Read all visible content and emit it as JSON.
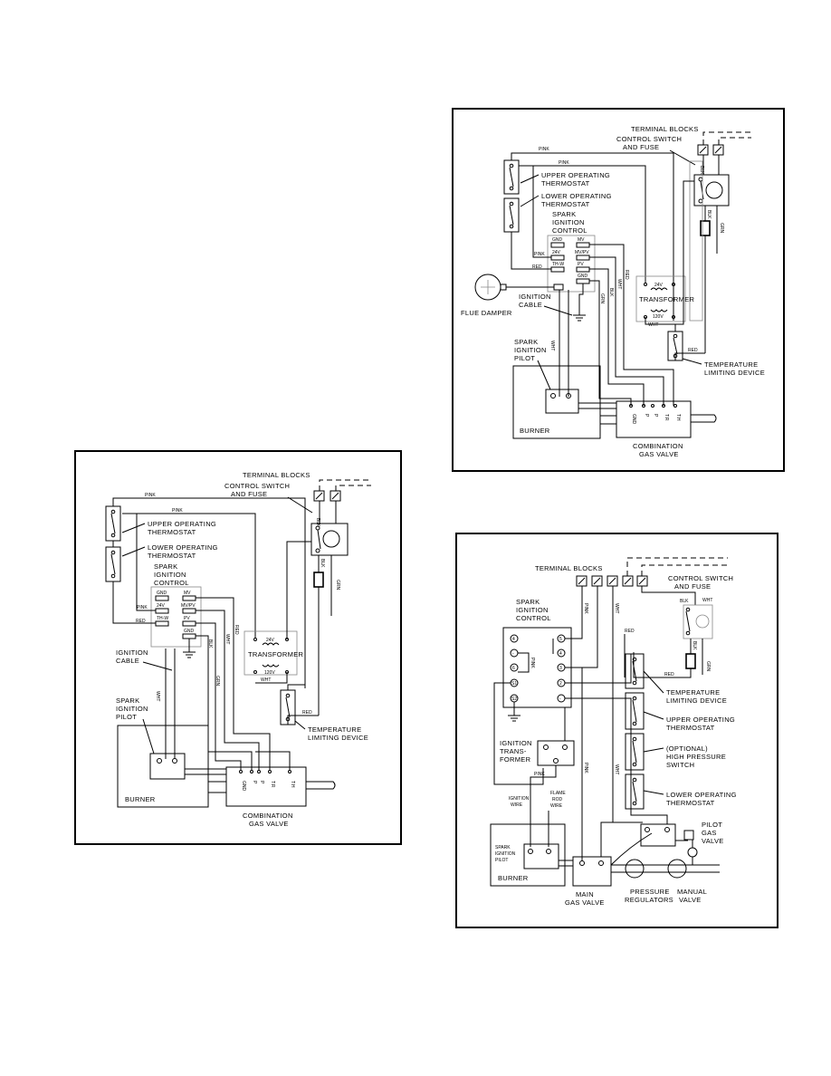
{
  "diagrams": {
    "d1": {
      "terminal_blocks": "TERMINAL BLOCKS",
      "control_switch": [
        "CONTROL SWITCH",
        "AND FUSE"
      ],
      "upper_thermostat": [
        "UPPER OPERATING",
        "THERMOSTAT"
      ],
      "lower_thermostat": [
        "LOWER OPERATING",
        "THERMOSTAT"
      ],
      "spark_control": [
        "SPARK",
        "IGNITION",
        "CONTROL"
      ],
      "ignition_cable": [
        "IGNITION",
        "CABLE"
      ],
      "spark_pilot": [
        "SPARK",
        "IGNITION",
        "PILOT"
      ],
      "burner": "BURNER",
      "gas_valve": [
        "COMBINATION",
        "GAS VALVE"
      ],
      "temp_limit": [
        "TEMPERATURE",
        "LIMITING DEVICE"
      ],
      "transformer": "TRANSFORMER",
      "v24": "24V",
      "v120": "120V",
      "ctrl_terms": [
        "GND",
        "MV",
        "24V",
        "MV/PV",
        "TH-W",
        "PV",
        "GND"
      ],
      "valve_terms": [
        "GND",
        "P",
        "P",
        "T.R",
        "T.H"
      ],
      "wires": {
        "pink": "PINK",
        "red": "RED",
        "wht": "WHT",
        "blk": "BLK",
        "grn": "GRN"
      }
    },
    "d2": {
      "terminal_blocks": "TERMINAL BLOCKS",
      "control_switch": [
        "CONTROL SWITCH",
        "AND FUSE"
      ],
      "upper_thermostat": [
        "UPPER OPERATING",
        "THERMOSTAT"
      ],
      "lower_thermostat": [
        "LOWER OPERATING",
        "THERMOSTAT"
      ],
      "spark_control": [
        "SPARK",
        "IGNITION",
        "CONTROL"
      ],
      "flue_damper": "FLUE DAMPER",
      "ignition_cable": [
        "IGNITION",
        "CABLE"
      ],
      "spark_pilot": [
        "SPARK",
        "IGNITION",
        "PILOT"
      ],
      "burner": "BURNER",
      "gas_valve": [
        "COMBINATION",
        "GAS VALVE"
      ],
      "temp_limit": [
        "TEMPERATURE",
        "LIMITING DEVICE"
      ],
      "transformer": "TRANSFORMER",
      "v24": "24V",
      "v120": "120V",
      "ctrl_terms": [
        "GND",
        "MV",
        "24V",
        "MV/PV",
        "TH-W",
        "PV",
        "GND"
      ],
      "valve_terms": [
        "GND",
        "P",
        "P",
        "T.R",
        "T.H"
      ],
      "wires": {
        "pink": "PINK",
        "red": "RED",
        "wht": "WHT",
        "blk": "BLK",
        "grn": "GRN"
      }
    },
    "d3": {
      "terminal_blocks": "TERMINAL BLOCKS",
      "control_switch": [
        "CONTROL SWITCH",
        "AND FUSE"
      ],
      "spark_control": [
        "SPARK",
        "IGNITION",
        "CONTROL"
      ],
      "temp_limit": [
        "TEMPERATURE",
        "LIMITING DEVICE"
      ],
      "upper_thermostat": [
        "UPPER OPERATING",
        "THERMOSTAT"
      ],
      "high_pressure": [
        "(OPTIONAL)",
        "HIGH PRESSURE",
        "SWITCH"
      ],
      "lower_thermostat": [
        "LOWER OPERATING",
        "THERMOSTAT"
      ],
      "ignition_transformer": [
        "IGNITION",
        "TRANS-",
        "FORMER"
      ],
      "ignition_wire": [
        "IGNITION",
        "WIRE"
      ],
      "flame_rod_wire": [
        "FLAME",
        "ROD",
        "WIRE"
      ],
      "spark_pilot": [
        "SPARK",
        "IGNITION",
        "PILOT"
      ],
      "burner": "BURNER",
      "main_gas_valve": [
        "MAIN",
        "GAS VALVE"
      ],
      "pressure_regulators": [
        "PRESSURE",
        "REGULATORS"
      ],
      "manual_valve": [
        "MANUAL",
        "VALVE"
      ],
      "pilot_gas_valve": [
        "PILOT",
        "GAS",
        "VALVE"
      ],
      "left_terms": [
        "4",
        "-",
        "6",
        "S1",
        "S2"
      ],
      "right_terms": [
        "5",
        "4",
        "3",
        "2",
        "-"
      ],
      "wires": {
        "pink": "PINK",
        "red": "RED",
        "wht": "WHT",
        "blk": "BLK",
        "grn": "GRN"
      }
    }
  }
}
